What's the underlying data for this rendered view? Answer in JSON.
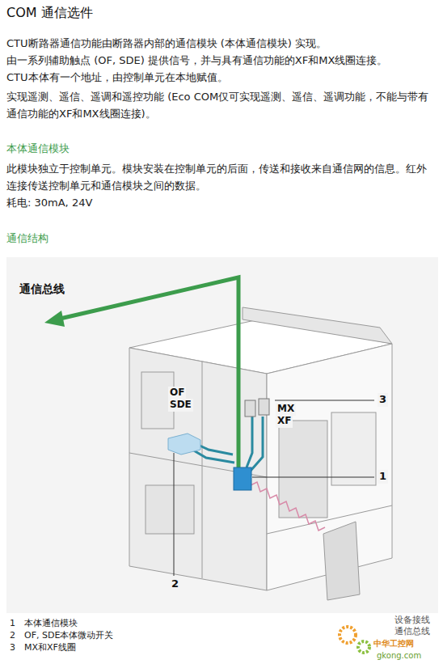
{
  "diagram": {
    "title": "COM 通信选件",
    "labels": [
      "CTU断路器通信功能由断路器内部的通信模块 (本体通信模块) 实现。",
      "由一系列辅助触点 (OF, SDE) 提供信号，并与具有通信功能的XF和MX线圈连接。",
      "CTU本体有一个地址，由控制单元在本地赋值。",
      "实现遥测、遥信、遥调和遥控功能 (Eco COM仅可实现遥测、遥信、遥调功能，不能与带有通信功能的XF和MX线圈连接)。",
      "本体通信模块",
      "此模块独立于控制单元。模块安装在控制单元的后面，传送和接收来自通信网的信息。红外连接传送控制单元和通信模块之间的数据。",
      "耗电: 30mA, 24V",
      "通信结构",
      "通信总线",
      "OF",
      "SDE",
      "MX",
      "XF",
      "3",
      "1",
      "2",
      "1",
      "本体通信模块",
      "2",
      "OF, SDE本体微动开关",
      "3",
      "MX和XF线圈",
      "设备接线",
      "通信总线",
      "中华工控网",
      "gkong.com"
    ]
  }
}
